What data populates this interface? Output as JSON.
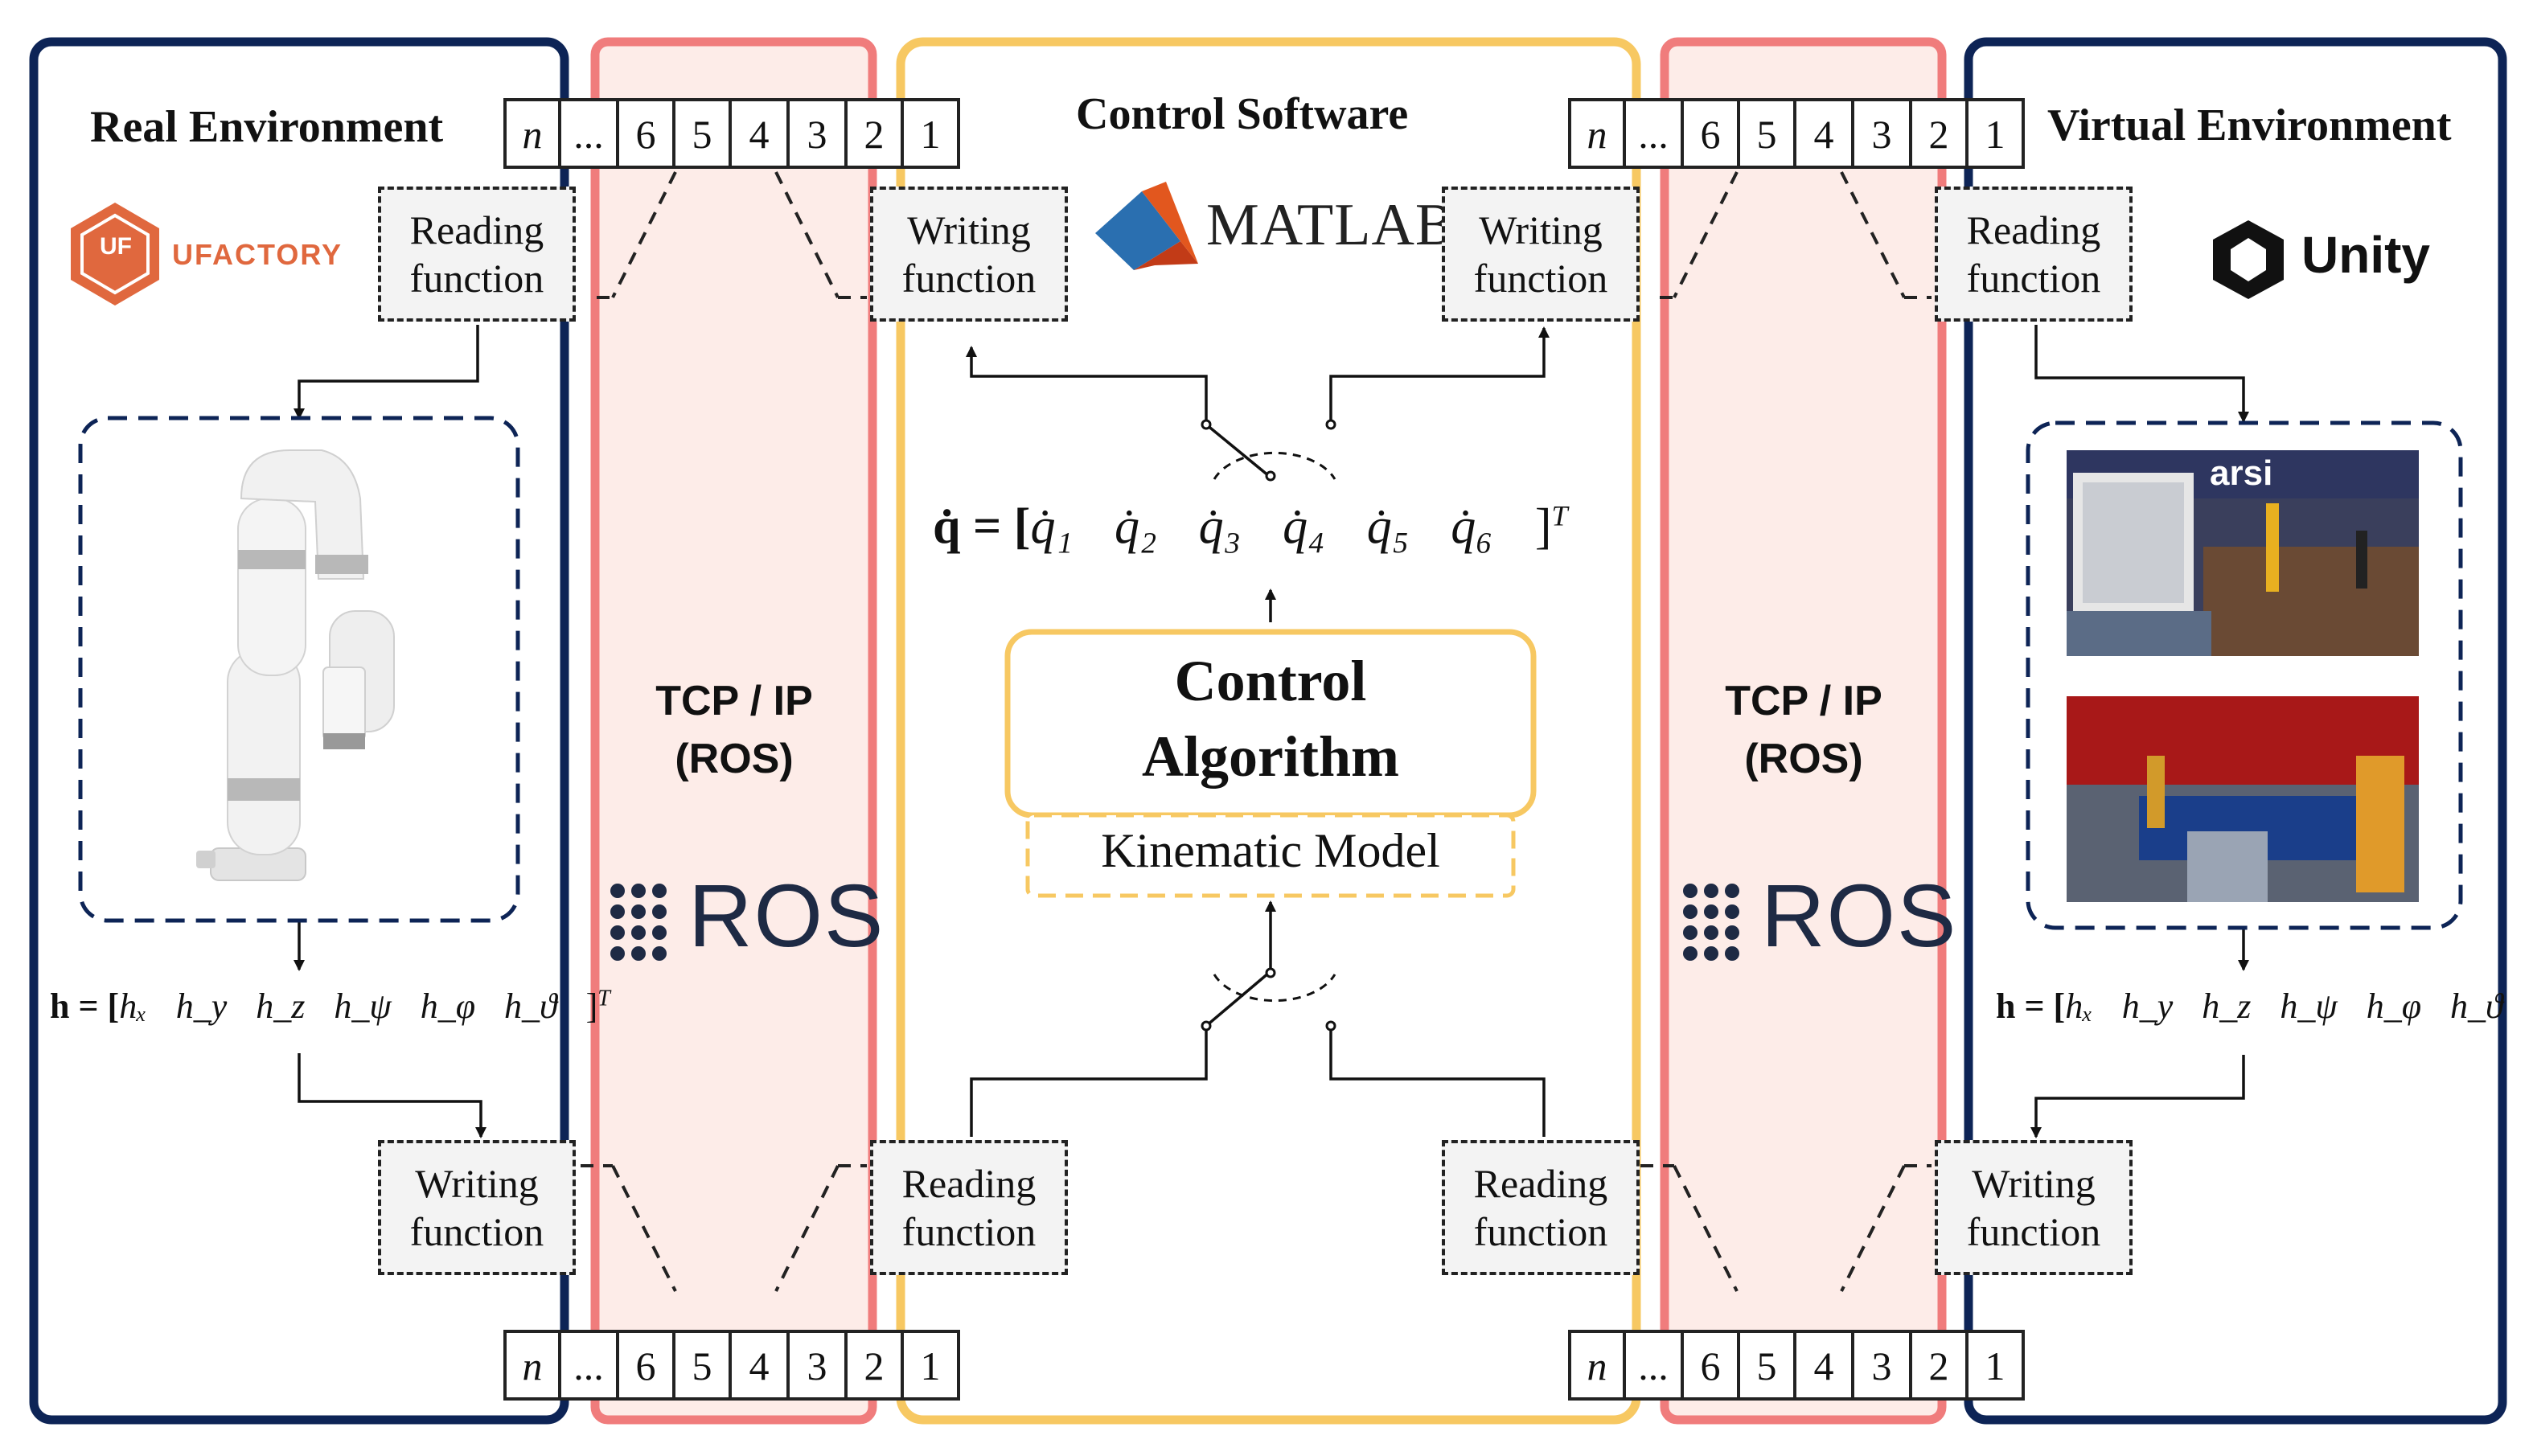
{
  "panels": {
    "real_env_title": "Real Environment",
    "control_sw_title": "Control Software",
    "virtual_env_title": "Virtual Environment"
  },
  "functions": {
    "reading_line1": "Reading",
    "writing_line1": "Writing",
    "line2": "function"
  },
  "network": {
    "tcp_line1": "TCP / IP",
    "tcp_line2": "(ROS)",
    "ros_logo": "ROS"
  },
  "logos": {
    "ufactory": "UFACTORY",
    "uf_mark": "UF",
    "matlab": "MATLAB",
    "unity": "Unity",
    "arsi": "arsi"
  },
  "buffer_cells": [
    "n",
    "...",
    "6",
    "5",
    "4",
    "3",
    "2",
    "1"
  ],
  "control": {
    "algorithm_line1": "Control",
    "algorithm_line2": "Algorithm",
    "kinematic_model": "Kinematic Model"
  },
  "equations": {
    "q_lhs": "q̇ = [",
    "q_terms": [
      "q̇₁",
      "q̇₂",
      "q̇₃",
      "q̇₄",
      "q̇₅",
      "q̇₆"
    ],
    "q_rhs": "]",
    "h_lhs": "h = [",
    "h_terms": [
      "hₓ",
      "h_y",
      "h_z",
      "h_ψ",
      "h_φ",
      "h_ϑ"
    ],
    "h_rhs": "]",
    "transpose": "T"
  },
  "colors": {
    "navy": "#0d2456",
    "coral": "#f07c7c",
    "coral_fill": "#fdece8",
    "gold": "#f7c862"
  }
}
